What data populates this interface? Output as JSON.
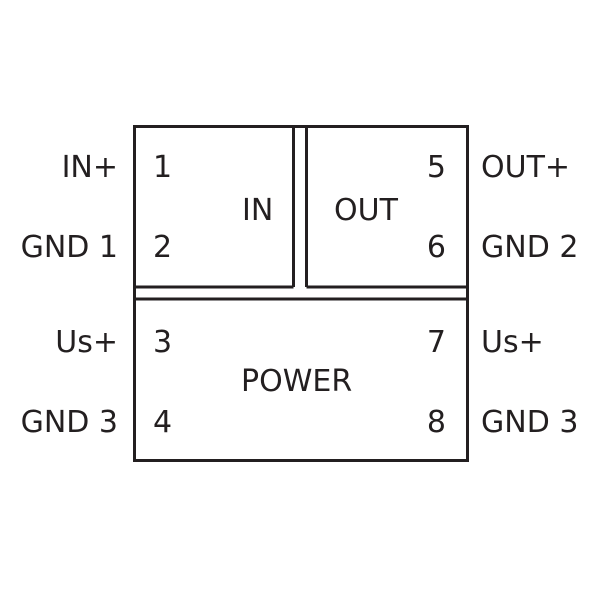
{
  "modules": {
    "in": "IN",
    "out": "OUT",
    "power": "POWER"
  },
  "terminals": {
    "t1": {
      "pin": "1",
      "label": "IN+"
    },
    "t2": {
      "pin": "2",
      "label": "GND 1"
    },
    "t3": {
      "pin": "3",
      "label": "Us+"
    },
    "t4": {
      "pin": "4",
      "label": "GND 3"
    },
    "t5": {
      "pin": "5",
      "label": "OUT+"
    },
    "t6": {
      "pin": "6",
      "label": "GND 2"
    },
    "t7": {
      "pin": "7",
      "label": "Us+"
    },
    "t8": {
      "pin": "8",
      "label": "GND 3"
    }
  },
  "colors": {
    "line": "#231f20",
    "background": "#ffffff"
  }
}
